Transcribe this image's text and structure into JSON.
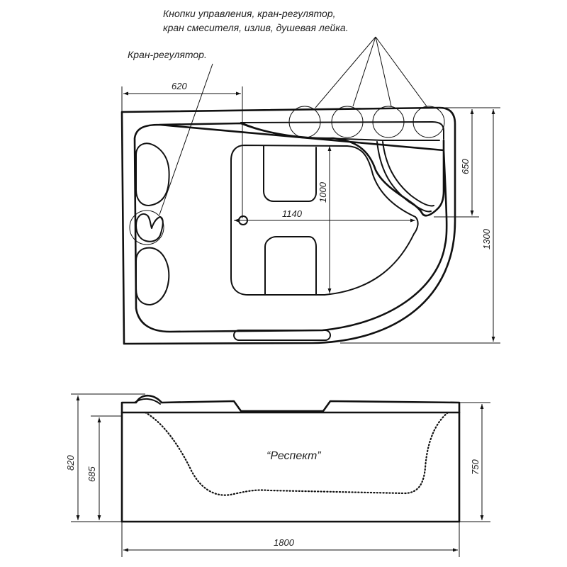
{
  "annotations": {
    "controls_line1": "Кнопки управления, кран-регулятор,",
    "controls_line2": "кран смесителя, излив, душевая лейка.",
    "regulator": "Кран-регулятор."
  },
  "top_view_dimensions": {
    "d620": "620",
    "d1000": "1000",
    "d1140": "1140",
    "d650": "650",
    "d1300": "1300"
  },
  "side_view_dimensions": {
    "d820": "820",
    "d685": "685",
    "d750": "750",
    "d1800": "1800"
  },
  "model_name": "“Респект”"
}
